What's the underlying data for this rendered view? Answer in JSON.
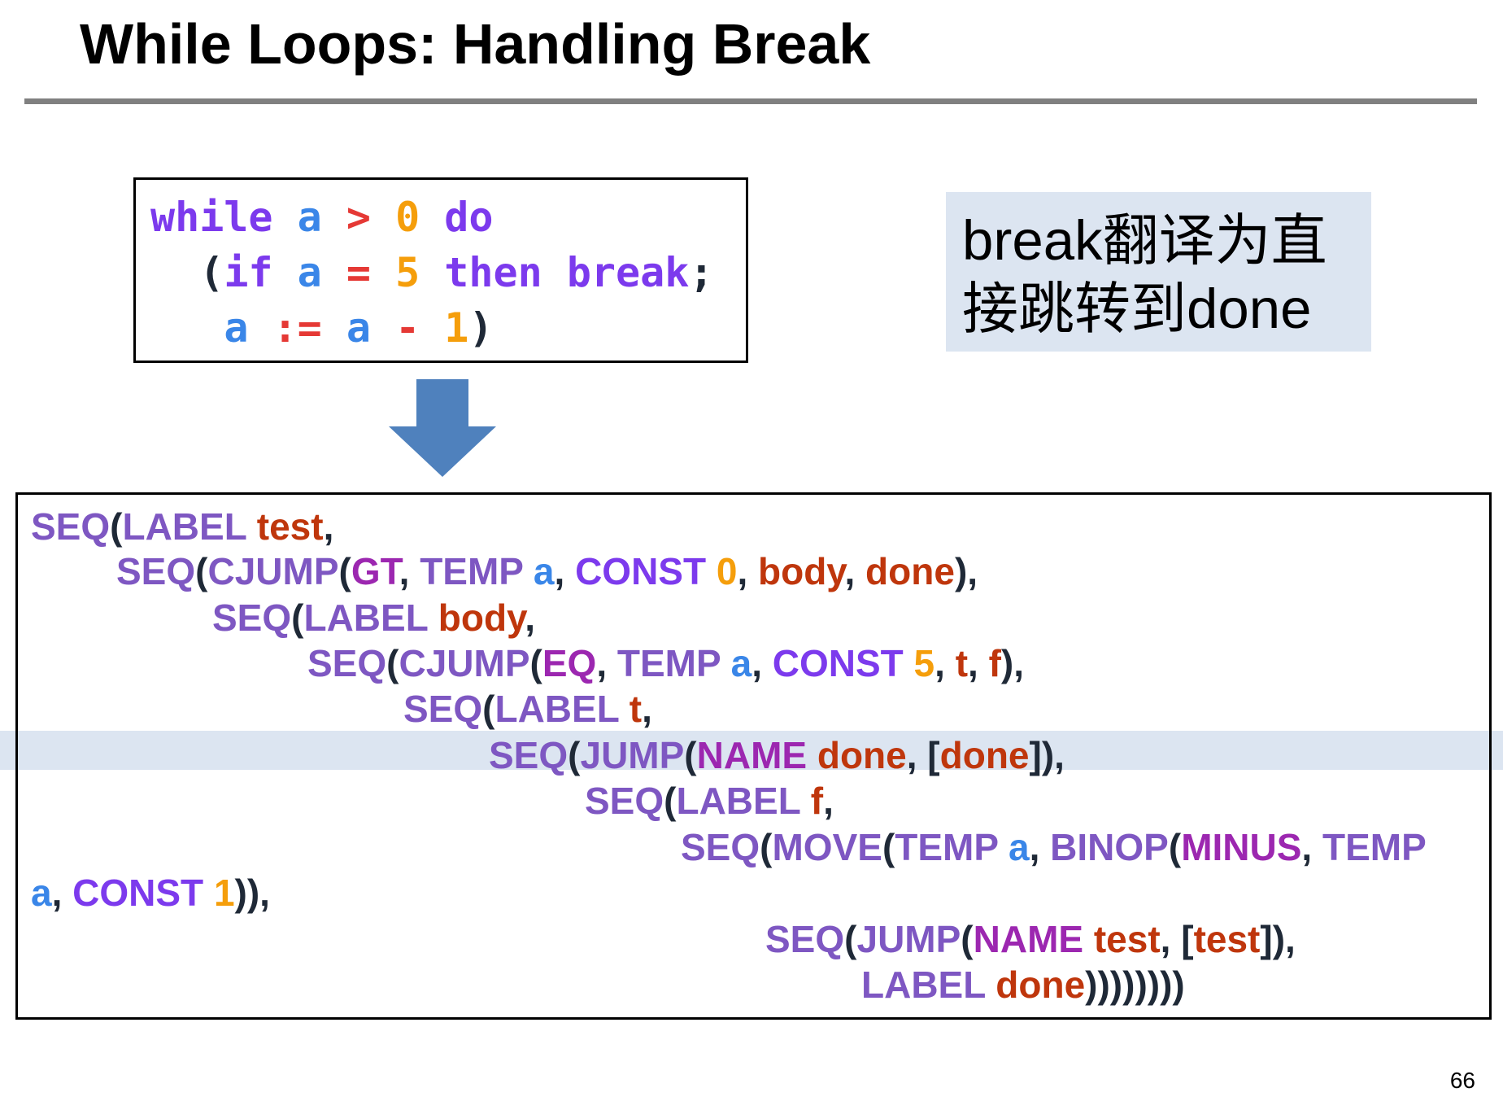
{
  "slide": {
    "title": "While Loops: Handling Break",
    "page_number": "66",
    "note": "break翻译为直\n接跳转到done"
  },
  "colors": {
    "keyword": "#7c3aed",
    "variable": "#3a86e8",
    "number": "#f59e0b",
    "operator": "#e53935",
    "punct": "#1f2937",
    "ir_constructor": "#7e57c2",
    "ir_op": "#9c27b0",
    "ir_label": "#bf360c",
    "ir_punct": "#1f2937",
    "note_background": "#dce5f1",
    "arrow": "#4f81bd",
    "rule": "#808080"
  },
  "source_code": {
    "lines": [
      [
        {
          "text": "while",
          "c": "keyword"
        },
        {
          "text": " ",
          "c": "punct"
        },
        {
          "text": "a",
          "c": "variable"
        },
        {
          "text": " ",
          "c": "punct"
        },
        {
          "text": ">",
          "c": "operator"
        },
        {
          "text": " ",
          "c": "punct"
        },
        {
          "text": "0",
          "c": "number"
        },
        {
          "text": " ",
          "c": "punct"
        },
        {
          "text": "do",
          "c": "keyword"
        }
      ],
      [
        {
          "text": "  (",
          "c": "punct"
        },
        {
          "text": "if",
          "c": "keyword"
        },
        {
          "text": " ",
          "c": "punct"
        },
        {
          "text": "a",
          "c": "variable"
        },
        {
          "text": " ",
          "c": "punct"
        },
        {
          "text": "=",
          "c": "operator"
        },
        {
          "text": " ",
          "c": "punct"
        },
        {
          "text": "5",
          "c": "number"
        },
        {
          "text": " ",
          "c": "punct"
        },
        {
          "text": "then",
          "c": "keyword"
        },
        {
          "text": " ",
          "c": "punct"
        },
        {
          "text": "break",
          "c": "keyword"
        },
        {
          "text": ";",
          "c": "punct"
        }
      ],
      [
        {
          "text": "   ",
          "c": "punct"
        },
        {
          "text": "a",
          "c": "variable"
        },
        {
          "text": " ",
          "c": "punct"
        },
        {
          "text": ":=",
          "c": "operator"
        },
        {
          "text": " ",
          "c": "punct"
        },
        {
          "text": "a",
          "c": "variable"
        },
        {
          "text": " ",
          "c": "punct"
        },
        {
          "text": "-",
          "c": "operator"
        },
        {
          "text": " ",
          "c": "punct"
        },
        {
          "text": "1",
          "c": "number"
        },
        {
          "text": ")",
          "c": "punct"
        }
      ]
    ]
  },
  "ir_code": {
    "lines": [
      [
        {
          "text": "SEQ",
          "c": "ir_constructor"
        },
        {
          "text": "(",
          "c": "ir_punct"
        },
        {
          "text": "LABEL",
          "c": "ir_constructor"
        },
        {
          "text": " ",
          "c": "ir_punct"
        },
        {
          "text": "test",
          "c": "ir_label"
        },
        {
          "text": ",",
          "c": "ir_punct"
        }
      ],
      [
        {
          "text": "SEQ",
          "c": "ir_constructor"
        },
        {
          "text": "(",
          "c": "ir_punct"
        },
        {
          "text": "CJUMP",
          "c": "ir_constructor"
        },
        {
          "text": "(",
          "c": "ir_punct"
        },
        {
          "text": "GT",
          "c": "ir_op"
        },
        {
          "text": ", ",
          "c": "ir_punct"
        },
        {
          "text": "TEMP",
          "c": "ir_constructor"
        },
        {
          "text": " ",
          "c": "ir_punct"
        },
        {
          "text": "a",
          "c": "variable"
        },
        {
          "text": ", ",
          "c": "ir_punct"
        },
        {
          "text": "CONST",
          "c": "keyword"
        },
        {
          "text": " ",
          "c": "ir_punct"
        },
        {
          "text": "0",
          "c": "number"
        },
        {
          "text": ", ",
          "c": "ir_punct"
        },
        {
          "text": "body",
          "c": "ir_label"
        },
        {
          "text": ", ",
          "c": "ir_punct"
        },
        {
          "text": "done",
          "c": "ir_label"
        },
        {
          "text": "),",
          "c": "ir_punct"
        }
      ],
      [
        {
          "text": "SEQ",
          "c": "ir_constructor"
        },
        {
          "text": "(",
          "c": "ir_punct"
        },
        {
          "text": "LABEL",
          "c": "ir_constructor"
        },
        {
          "text": " ",
          "c": "ir_punct"
        },
        {
          "text": "body",
          "c": "ir_label"
        },
        {
          "text": ",",
          "c": "ir_punct"
        }
      ],
      [
        {
          "text": "SEQ",
          "c": "ir_constructor"
        },
        {
          "text": "(",
          "c": "ir_punct"
        },
        {
          "text": "CJUMP",
          "c": "ir_constructor"
        },
        {
          "text": "(",
          "c": "ir_punct"
        },
        {
          "text": "EQ",
          "c": "ir_op"
        },
        {
          "text": ", ",
          "c": "ir_punct"
        },
        {
          "text": "TEMP",
          "c": "ir_constructor"
        },
        {
          "text": " ",
          "c": "ir_punct"
        },
        {
          "text": "a",
          "c": "variable"
        },
        {
          "text": ", ",
          "c": "ir_punct"
        },
        {
          "text": "CONST",
          "c": "keyword"
        },
        {
          "text": " ",
          "c": "ir_punct"
        },
        {
          "text": "5",
          "c": "number"
        },
        {
          "text": ", ",
          "c": "ir_punct"
        },
        {
          "text": "t",
          "c": "ir_label"
        },
        {
          "text": ", ",
          "c": "ir_punct"
        },
        {
          "text": "f",
          "c": "ir_label"
        },
        {
          "text": "),",
          "c": "ir_punct"
        }
      ],
      [
        {
          "text": "SEQ",
          "c": "ir_constructor"
        },
        {
          "text": "(",
          "c": "ir_punct"
        },
        {
          "text": "LABEL",
          "c": "ir_constructor"
        },
        {
          "text": " ",
          "c": "ir_punct"
        },
        {
          "text": "t",
          "c": "ir_label"
        },
        {
          "text": ",",
          "c": "ir_punct"
        }
      ],
      [
        {
          "text": "SEQ",
          "c": "ir_constructor"
        },
        {
          "text": "(",
          "c": "ir_punct"
        },
        {
          "text": "JUMP",
          "c": "ir_constructor"
        },
        {
          "text": "(",
          "c": "ir_punct"
        },
        {
          "text": "NAME",
          "c": "ir_op"
        },
        {
          "text": " ",
          "c": "ir_punct"
        },
        {
          "text": "done",
          "c": "ir_label"
        },
        {
          "text": ", [",
          "c": "ir_punct"
        },
        {
          "text": "done",
          "c": "ir_label"
        },
        {
          "text": "]),",
          "c": "ir_punct"
        }
      ],
      [
        {
          "text": "SEQ",
          "c": "ir_constructor"
        },
        {
          "text": "(",
          "c": "ir_punct"
        },
        {
          "text": "LABEL",
          "c": "ir_constructor"
        },
        {
          "text": " ",
          "c": "ir_punct"
        },
        {
          "text": "f",
          "c": "ir_label"
        },
        {
          "text": ",",
          "c": "ir_punct"
        }
      ],
      [
        {
          "text": "SEQ",
          "c": "ir_constructor"
        },
        {
          "text": "(",
          "c": "ir_punct"
        },
        {
          "text": "MOVE",
          "c": "ir_constructor"
        },
        {
          "text": "(",
          "c": "ir_punct"
        },
        {
          "text": "TEMP",
          "c": "ir_constructor"
        },
        {
          "text": " ",
          "c": "ir_punct"
        },
        {
          "text": "a",
          "c": "variable"
        },
        {
          "text": ", ",
          "c": "ir_punct"
        },
        {
          "text": "BINOP",
          "c": "ir_constructor"
        },
        {
          "text": "(",
          "c": "ir_punct"
        },
        {
          "text": "MINUS",
          "c": "ir_op"
        },
        {
          "text": ", ",
          "c": "ir_punct"
        },
        {
          "text": "TEMP",
          "c": "ir_constructor"
        }
      ],
      [
        {
          "text": "a",
          "c": "variable"
        },
        {
          "text": ", ",
          "c": "ir_punct"
        },
        {
          "text": "CONST",
          "c": "keyword"
        },
        {
          "text": " ",
          "c": "ir_punct"
        },
        {
          "text": "1",
          "c": "number"
        },
        {
          "text": ")),",
          "c": "ir_punct"
        }
      ],
      [
        {
          "text": "SEQ",
          "c": "ir_constructor"
        },
        {
          "text": "(",
          "c": "ir_punct"
        },
        {
          "text": "JUMP",
          "c": "ir_constructor"
        },
        {
          "text": "(",
          "c": "ir_punct"
        },
        {
          "text": "NAME",
          "c": "ir_op"
        },
        {
          "text": " ",
          "c": "ir_punct"
        },
        {
          "text": "test",
          "c": "ir_label"
        },
        {
          "text": ", [",
          "c": "ir_punct"
        },
        {
          "text": "test",
          "c": "ir_label"
        },
        {
          "text": "]),",
          "c": "ir_punct"
        }
      ],
      [
        {
          "text": "LABEL",
          "c": "ir_constructor"
        },
        {
          "text": " ",
          "c": "ir_punct"
        },
        {
          "text": "done",
          "c": "ir_label"
        },
        {
          "text": "))))))))",
          "c": "ir_punct"
        }
      ]
    ]
  }
}
